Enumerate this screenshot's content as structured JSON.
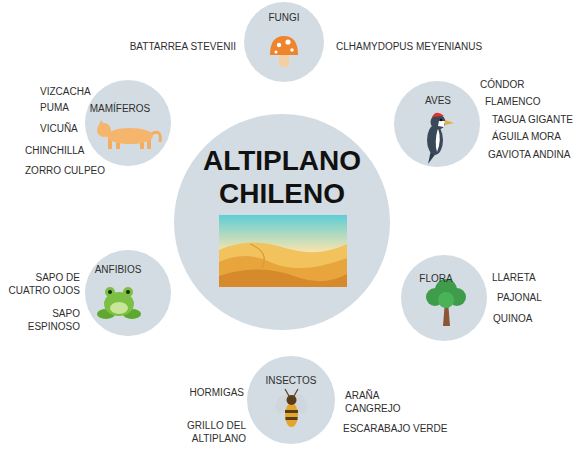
{
  "diagram": {
    "nodes": [
      {
        "text": [
          "ALTIPLANO CHILENO"
        ]
      },
      {
        "text": [
          "FUNGI",
          "BATTARREA STEVENII",
          "CLHAMYDOPUS MEYENIANUS"
        ]
      },
      {
        "text": [
          "MAMÍFEROS",
          "VIZCACHA",
          "PUMA",
          "VICUÑA",
          "CHINCHILLA",
          "ZORRO CULPEO"
        ]
      },
      {
        "text": [
          "AVES",
          "CÓNDOR",
          "FLAMENCO",
          "TAGUA GIGANTE",
          "ÁGUILA MORA",
          "GAVIOTA ANDINA"
        ]
      },
      {
        "text": [
          "ANFIBIOS",
          "SAPO DE CUATRO OJOS",
          "SAPO ESPINOSO"
        ]
      },
      {
        "text": [
          "FLORA",
          "LLARETA",
          "PAJONAL",
          "QUINOA"
        ]
      },
      {
        "text": [
          "INSECTOS",
          "HORMIGAS",
          "ARAÑA CANGREJO",
          "GRILLO DEL ALTIPLANO",
          "ESCARABAJO VERDE"
        ]
      }
    ]
  }
}
